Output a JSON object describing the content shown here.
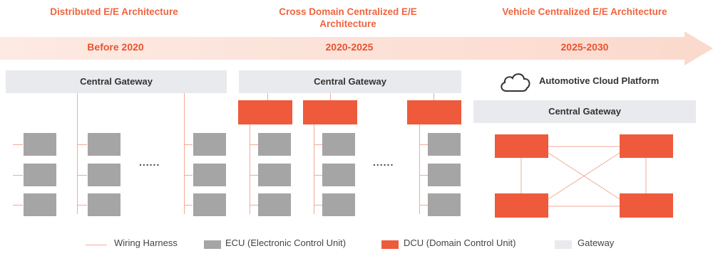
{
  "phases": [
    {
      "title": "Distributed E/E Architecture",
      "period": "Before 2020"
    },
    {
      "title": "Cross Domain Centralized E/E Architecture",
      "period": "2020-2025"
    },
    {
      "title": "Vehicle Centralized E/E Architecture",
      "period": "2025-2030"
    }
  ],
  "gateway_label": "Central Gateway",
  "cloud_label": "Automotive Cloud Platform",
  "ellipsis": "......",
  "legend": {
    "wiring": "Wiring Harness",
    "ecu": "ECU (Electronic Control Unit)",
    "dcu": "DCU (Domain Control Unit)",
    "gateway": "Gateway"
  },
  "colors": {
    "accent": "#f0643f",
    "dcu": "#ee5a3b",
    "ecu": "#a5a5a5",
    "gateway": "#e9eaed",
    "wire": "#f3aa98",
    "arrow": "#fbe3db"
  }
}
